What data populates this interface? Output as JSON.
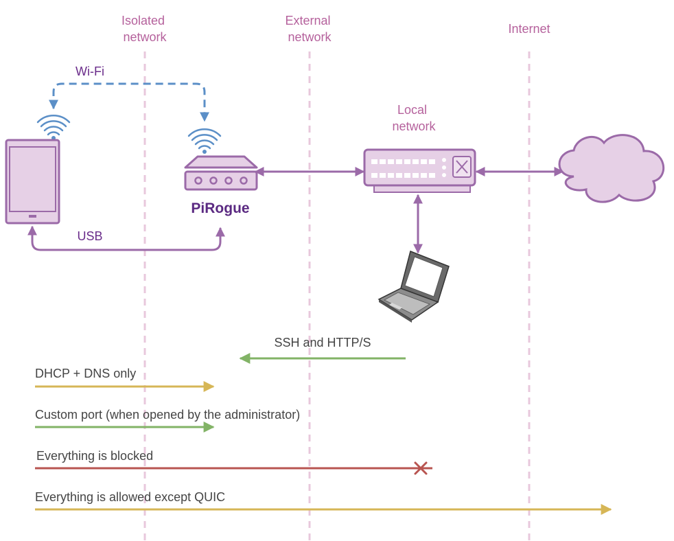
{
  "zones": {
    "isolated": [
      "Isolated",
      "network"
    ],
    "external": [
      "External",
      "network"
    ],
    "internet": "Internet",
    "local": [
      "Local",
      "network"
    ]
  },
  "links": {
    "wifi": "Wi-Fi",
    "usb": "USB"
  },
  "device": {
    "pirogue": "PiRogue"
  },
  "flows": {
    "ssh": "SSH and HTTP/S",
    "dhcp": "DHCP + DNS only",
    "custom": "Custom port (when opened by the administrator)",
    "blocked": "Everything is blocked",
    "allowed": "Everything is allowed except QUIC"
  },
  "colors": {
    "purple": "#9b6aa8",
    "fill": "#e6d0e6",
    "wifi_blue": "#5b8fc7",
    "green": "#82b366",
    "yellow": "#d6b656",
    "red": "#b85450"
  }
}
